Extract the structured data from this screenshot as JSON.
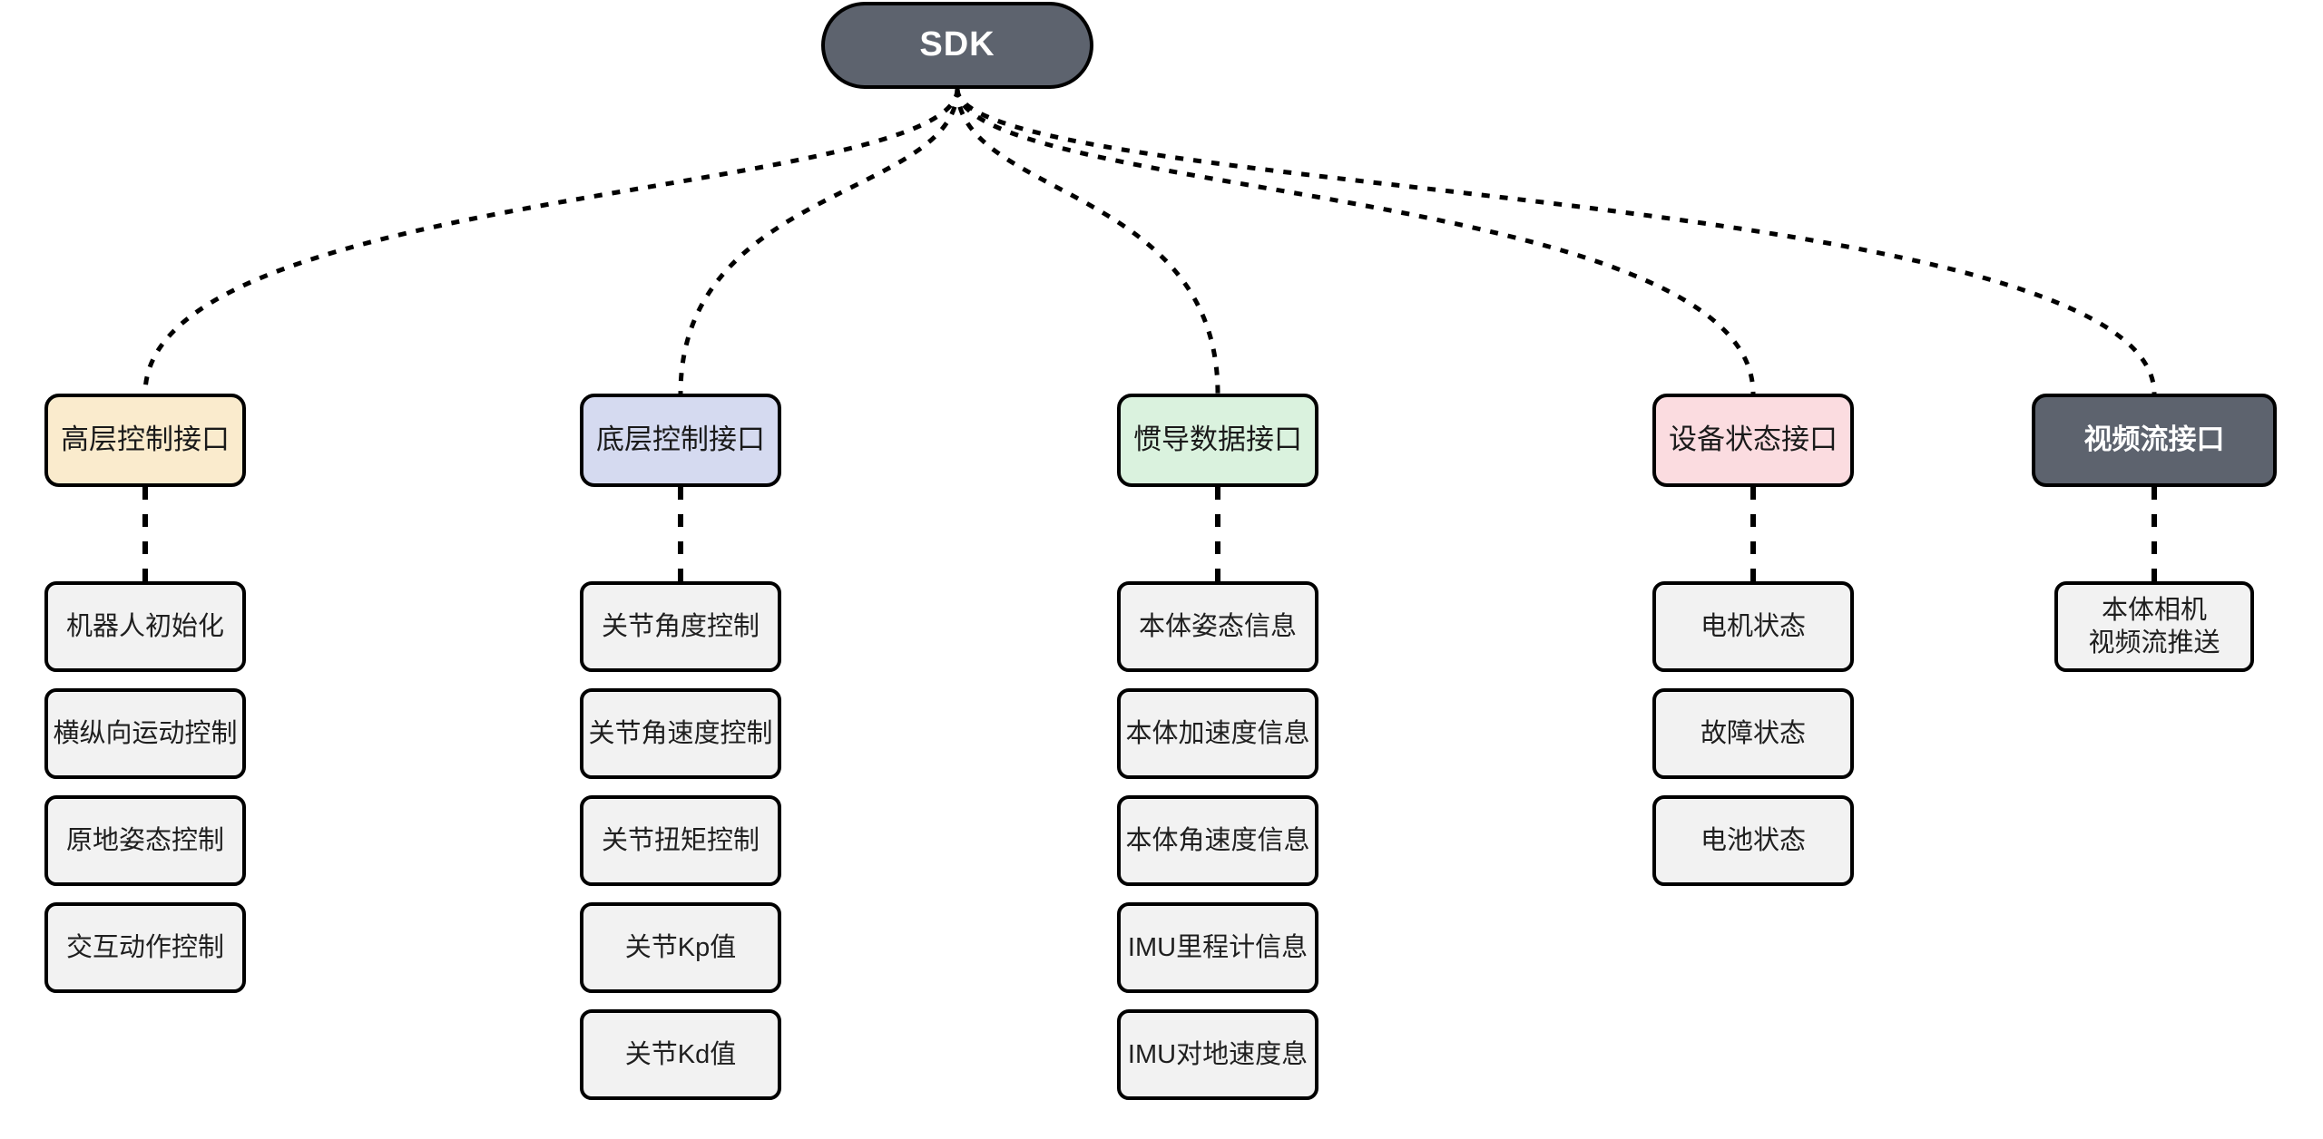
{
  "diagram": {
    "title": "SDK",
    "background": "#ffffff",
    "edge_style": "dashed",
    "edge_color": "#000000",
    "root": {
      "label": "SDK",
      "fill": "#5D636E",
      "text_color": "#ffffff"
    },
    "branches": [
      {
        "id": "high-level-control",
        "label": "高层控制接口",
        "fill": "#FAEBCD",
        "text_color": "#1a1a1a",
        "dark": false,
        "children": [
          {
            "label": "机器人初始化"
          },
          {
            "label": "横纵向运动控制"
          },
          {
            "label": "原地姿态控制"
          },
          {
            "label": "交互动作控制"
          }
        ]
      },
      {
        "id": "low-level-control",
        "label": "底层控制接口",
        "fill": "#D5DAF0",
        "text_color": "#1a1a1a",
        "dark": false,
        "children": [
          {
            "label": "关节角度控制"
          },
          {
            "label": "关节角速度控制"
          },
          {
            "label": "关节扭矩控制"
          },
          {
            "label": "关节Kp值"
          },
          {
            "label": "关节Kd值"
          }
        ]
      },
      {
        "id": "imu-data",
        "label": "惯导数据接口",
        "fill": "#DAF2DE",
        "text_color": "#1a1a1a",
        "dark": false,
        "children": [
          {
            "label": "本体姿态信息"
          },
          {
            "label": "本体加速度信息"
          },
          {
            "label": "本体角速度信息"
          },
          {
            "label": "IMU里程计信息"
          },
          {
            "label": "IMU对地速度息"
          }
        ]
      },
      {
        "id": "device-status",
        "label": "设备状态接口",
        "fill": "#FBDCE0",
        "text_color": "#1a1a1a",
        "dark": false,
        "children": [
          {
            "label": "电机状态"
          },
          {
            "label": "故障状态"
          },
          {
            "label": "电池状态"
          }
        ]
      },
      {
        "id": "video-stream",
        "label": "视频流接口",
        "fill": "#5D636E",
        "text_color": "#ffffff",
        "dark": true,
        "children": [
          {
            "label": "本体相机\n视频流推送"
          }
        ]
      }
    ]
  }
}
